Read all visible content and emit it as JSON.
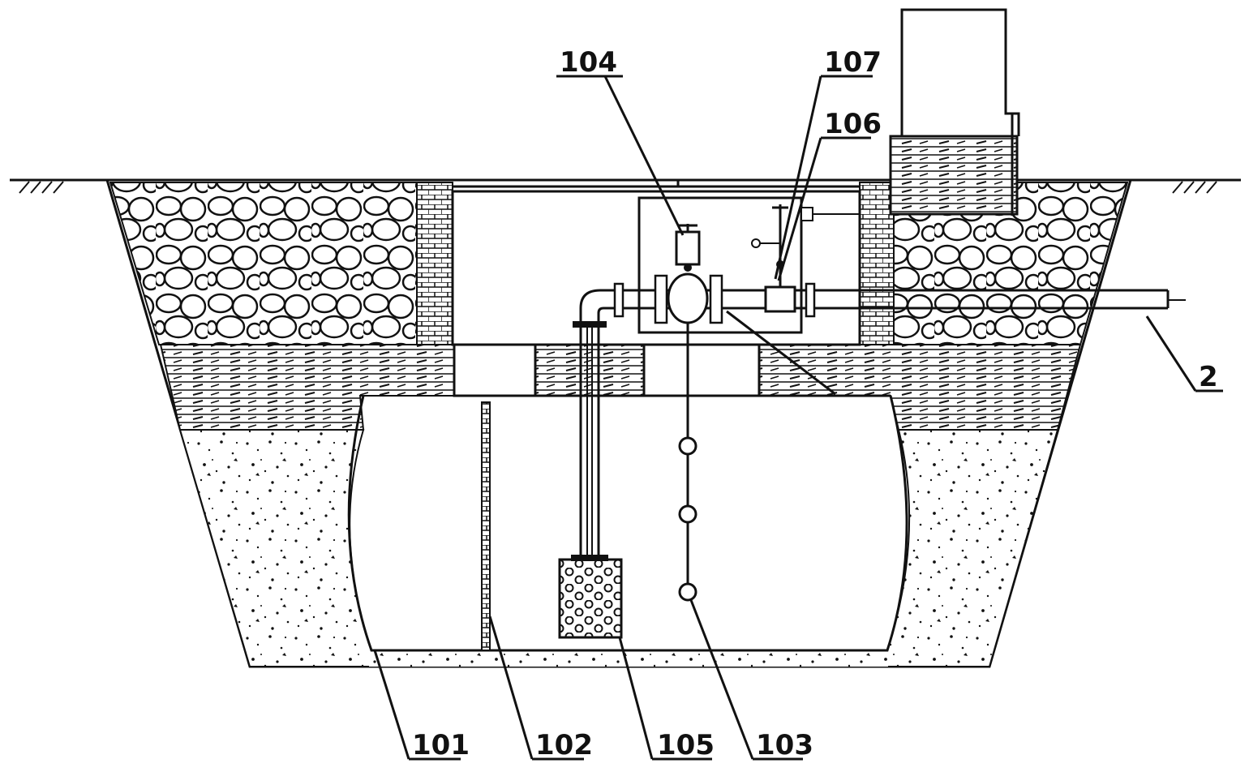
{
  "labels": {
    "l104": "104",
    "l107": "107",
    "l106": "106",
    "l2": "2",
    "l101": "101",
    "l102": "102",
    "l105": "105",
    "l103": "103"
  }
}
